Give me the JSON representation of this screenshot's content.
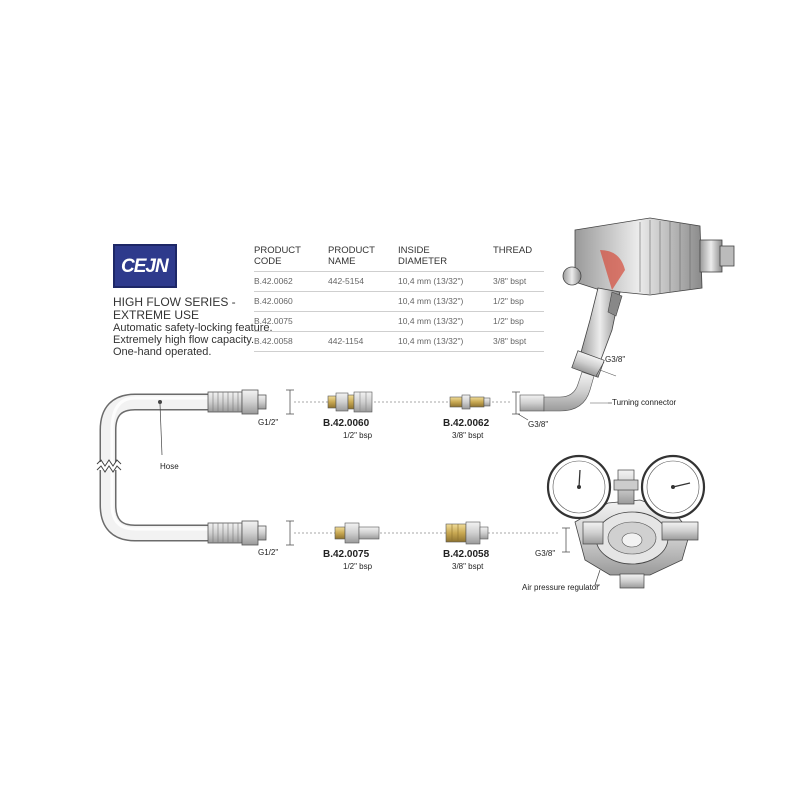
{
  "brand": {
    "logo_text": "CEJN"
  },
  "series": {
    "title_line1": "HIGH FLOW SERIES -",
    "title_line2": "EXTREME USE",
    "features": [
      "Automatic safety-locking feature.",
      "Extremely high flow capacity.",
      "One-hand operated."
    ]
  },
  "table": {
    "headers": [
      [
        "PRODUCT",
        "CODE"
      ],
      [
        "PRODUCT",
        "NAME"
      ],
      [
        "INSIDE",
        "DIAMETER"
      ],
      [
        "THREAD",
        ""
      ]
    ],
    "rows": [
      [
        "B.42.0062",
        "442-5154",
        "10,4 mm (13/32\")",
        "3/8\" bspt"
      ],
      [
        "B.42.0060",
        "",
        "10,4 mm (13/32\")",
        "1/2\" bsp"
      ],
      [
        "B.42.0075",
        "",
        "10,4 mm (13/32\")",
        "1/2\" bsp"
      ],
      [
        "B.42.0058",
        "442-1154",
        "10,4 mm (13/32\")",
        "3/8\" bspt"
      ]
    ]
  },
  "labels": {
    "hose": "Hose",
    "turning_connector": "Turning connector",
    "air_pressure_regulator": "Air pressure regulator",
    "thread_g12_top": "G1/2\"",
    "thread_g12_bottom": "G1/2\"",
    "thread_g38_connector": "G3/8\"",
    "thread_g38_tool": "G3/8\"",
    "thread_g38_regulator": "G3/8\""
  },
  "parts": [
    {
      "code": "B.42.0060",
      "thread": "1/2\" bsp"
    },
    {
      "code": "B.42.0062",
      "thread": "3/8\" bspt"
    },
    {
      "code": "B.42.0075",
      "thread": "1/2\" bsp"
    },
    {
      "code": "B.42.0058",
      "thread": "3/8\" bspt"
    }
  ],
  "colors": {
    "brand": "#2e3a8c",
    "line": "#555555",
    "metal": "#d9d9d9",
    "brass": "#c8a852"
  }
}
